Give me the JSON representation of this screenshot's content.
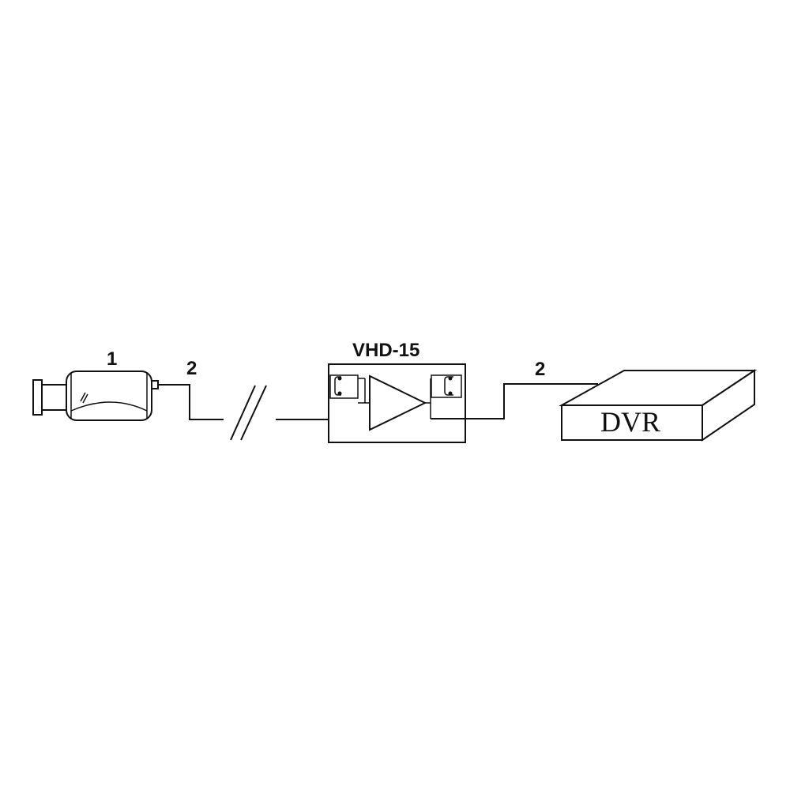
{
  "diagram": {
    "camera_label": "1",
    "cable_label_left": "2",
    "cable_label_right": "2",
    "amplifier_label": "VHD-15",
    "recorder_label": "DVR"
  },
  "colors": {
    "line": "#111111",
    "background": "#ffffff"
  },
  "icons": {
    "camera": "cctv-camera-icon",
    "amplifier": "amplifier-triangle-icon",
    "recorder": "dvr-box-icon",
    "break": "cable-break-icon",
    "connector": "bnc-connector-icon"
  }
}
